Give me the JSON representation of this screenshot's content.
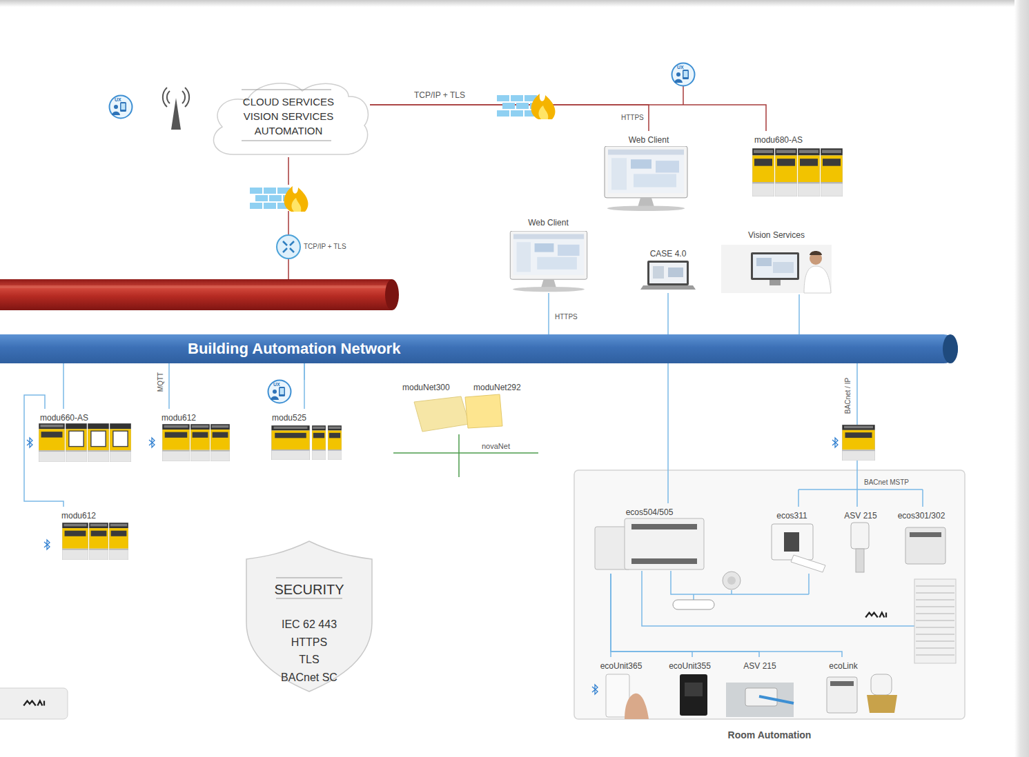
{
  "diagram": {
    "nodes": [
      {
        "text": [
          "CLOUD SERVICES",
          "VISION SERVICES",
          "AUTOMATION"
        ]
      },
      {
        "text": [
          "Web Client"
        ]
      },
      {
        "text": [
          "modu680-AS"
        ]
      },
      {
        "text": [
          "Web Client"
        ]
      },
      {
        "text": [
          "CASE 4.0"
        ]
      },
      {
        "text": [
          "Vision Services"
        ]
      },
      {
        "text": [
          "Building Automation Network"
        ]
      },
      {
        "text": [
          "modu660-AS"
        ]
      },
      {
        "text": [
          "modu612"
        ]
      },
      {
        "text": [
          "modu525"
        ]
      },
      {
        "text": [
          "moduNet300"
        ]
      },
      {
        "text": [
          "moduNet292"
        ]
      },
      {
        "text": [
          "modu612"
        ]
      },
      {
        "text": [
          "SECURITY",
          "IEC 62 443",
          "HTTPS",
          "TLS",
          "BACnet SC"
        ]
      },
      {
        "text": [
          "Room Automation"
        ]
      },
      {
        "text": [
          "ecos504/505"
        ],
        "in": 14
      },
      {
        "text": [
          "ecos311"
        ],
        "in": 14
      },
      {
        "text": [
          "ASV 215"
        ],
        "in": 14
      },
      {
        "text": [
          "ecos301/302"
        ],
        "in": 14
      },
      {
        "text": [
          "ecoUnit365"
        ],
        "in": 14
      },
      {
        "text": [
          "ecoUnit355"
        ],
        "in": 14
      },
      {
        "text": [
          "ASV 215"
        ],
        "in": 14
      },
      {
        "text": [
          "ecoLink"
        ],
        "in": 14
      }
    ],
    "edges": [
      {
        "from": 0,
        "to": 1,
        "arrow": "none",
        "label": "TCP/IP + TLS"
      },
      {
        "from": 0,
        "to": 2,
        "arrow": "none"
      },
      {
        "from": 3,
        "to": 6,
        "arrow": "none",
        "label": "HTTPS"
      },
      {
        "from": 4,
        "to": 6,
        "arrow": "none"
      },
      {
        "from": 5,
        "to": 6,
        "arrow": "none"
      },
      {
        "from": 6,
        "to": 7,
        "arrow": "none"
      },
      {
        "from": 6,
        "to": 8,
        "arrow": "none",
        "label": "MQTT"
      },
      {
        "from": 6,
        "to": 9,
        "arrow": "none"
      },
      {
        "from": 6,
        "to": 15,
        "arrow": "none"
      },
      {
        "from": 7,
        "to": 12,
        "arrow": "none"
      },
      {
        "from": 15,
        "to": 19,
        "arrow": "none"
      },
      {
        "from": 15,
        "to": 20,
        "arrow": "none"
      },
      {
        "from": 15,
        "to": 21,
        "arrow": "none"
      },
      {
        "from": 15,
        "to": 22,
        "arrow": "none"
      }
    ],
    "labels": [
      "HTTPS",
      "TCP/IP + TLS",
      "UX",
      "UX",
      "UX",
      "BACnet / IP",
      "BACnet MSTP",
      "novaNet"
    ]
  }
}
